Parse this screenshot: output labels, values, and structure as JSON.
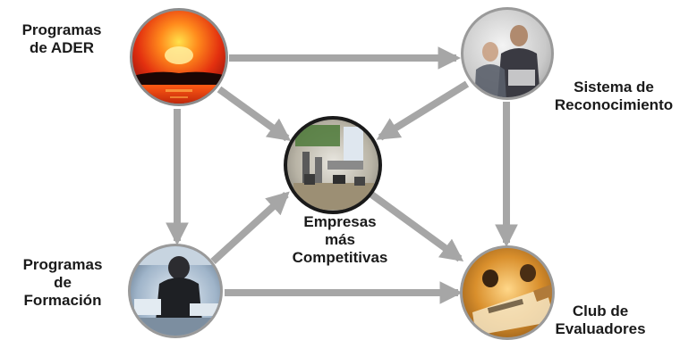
{
  "nodes": {
    "ader": {
      "lines": [
        "Programas",
        "de ADER"
      ],
      "image": "sunset-photo"
    },
    "sistema": {
      "lines": [
        "Sistema de",
        "Reconocimiento"
      ],
      "image": "business-people-photo"
    },
    "empresas": {
      "lines": [
        "Empresas",
        "más",
        "Competitivas"
      ],
      "image": "factory-photo"
    },
    "formacion": {
      "lines": [
        "Programas",
        "de",
        "Formación"
      ],
      "image": "training-photo"
    },
    "club": {
      "lines": [
        "Club de",
        "Evaluadores"
      ],
      "image": "meeting-photo"
    }
  },
  "colors": {
    "arrow": "#a6a6a6",
    "ring": "#8c8c8c"
  }
}
